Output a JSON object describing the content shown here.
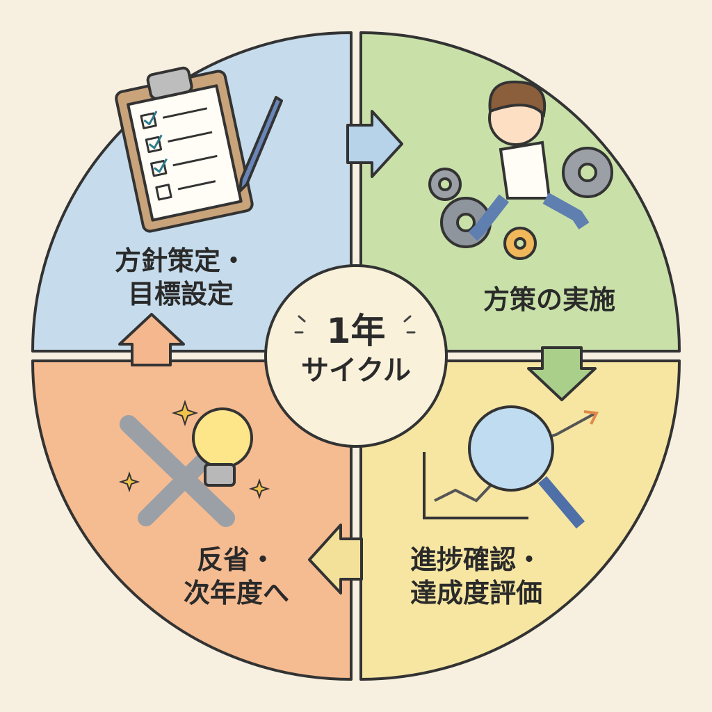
{
  "center": {
    "line1": "1年",
    "line2": "サイクル"
  },
  "stages": [
    {
      "line1": "方針策定・",
      "line2": "目標設定",
      "icon": "clipboard-checklist-icon",
      "color": "#c6dcec"
    },
    {
      "line1": "方策の実施",
      "icon": "running-person-gears-icon",
      "color": "#c9e1a9"
    },
    {
      "line1": "進捗確認・",
      "line2": "達成度評価",
      "icon": "magnifier-chart-icon",
      "color": "#f6e6a2"
    },
    {
      "line1": "反省・",
      "line2": "次年度へ",
      "icon": "wrench-lightbulb-icon",
      "color": "#f5bb91"
    }
  ],
  "colors": {
    "background": "#f7f0e1",
    "outline": "#333333",
    "center_fill": "#f9f1da"
  }
}
